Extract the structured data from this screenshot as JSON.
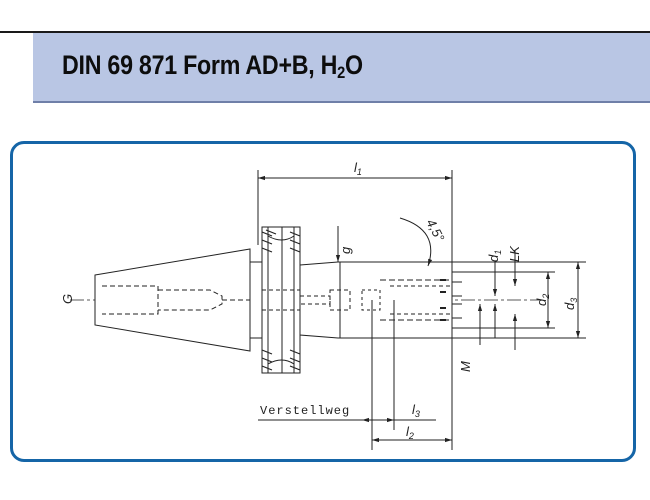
{
  "header": {
    "title_main": "DIN 69 871 Form AD+B, H",
    "title_sub": "2",
    "title_end": "O"
  },
  "colors": {
    "title_band": "#b9c6e4",
    "frame_border": "#1565a7"
  },
  "drawing": {
    "labels": {
      "l1": "l",
      "l1_sub": "1",
      "l2": "l",
      "l2_sub": "2",
      "l3": "l",
      "l3_sub": "3",
      "G": "G",
      "g": "g",
      "M": "M",
      "angle": "4,5°",
      "d1": "d",
      "d1_sub": "1",
      "LK": "LK",
      "d2": "d",
      "d2_sub": "2",
      "d3": "d",
      "d3_sub": "3",
      "verstellweg": "Verstellweg"
    }
  }
}
